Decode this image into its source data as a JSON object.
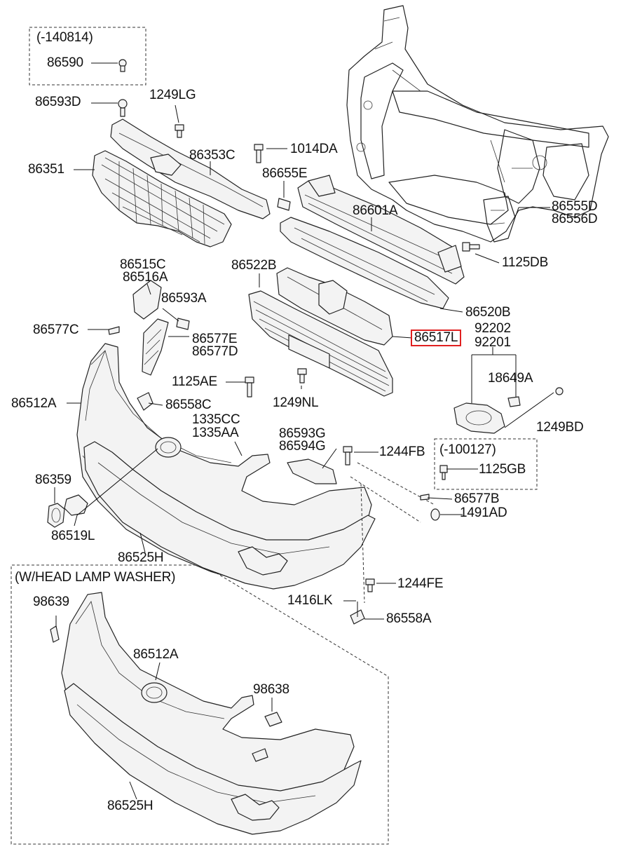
{
  "labels": {
    "l140814": "(-140814)",
    "l86590": "86590",
    "l86593D": "86593D",
    "l1249LG": "1249LG",
    "l86351": "86351",
    "l86353C": "86353C",
    "l1014DA": "1014DA",
    "l86655E": "86655E",
    "l86601A": "86601A",
    "l86555D": "86555D",
    "l86556D": "86556D",
    "l1125DB": "1125DB",
    "l86515C": "86515C",
    "l86516A": "86516A",
    "l86522B": "86522B",
    "l86593A": "86593A",
    "l86520B": "86520B",
    "l86577C": "86577C",
    "l86577E": "86577E",
    "l86577D": "86577D",
    "l86517L": "86517L",
    "l92202": "92202",
    "l92201": "92201",
    "l1125AE": "1125AE",
    "l18649A": "18649A",
    "l86512A": "86512A",
    "l86558C": "86558C",
    "l1249NL": "1249NL",
    "l1335CC": "1335CC",
    "l1335AA": "1335AA",
    "l1249BD": "1249BD",
    "l86593G": "86593G",
    "l86594G": "86594G",
    "l1244FB": "1244FB",
    "l100127": "(-100127)",
    "l1125GB": "1125GB",
    "l86359": "86359",
    "l86577B": "86577B",
    "l1491AD": "1491AD",
    "l86519L": "86519L",
    "l86525H": "86525H",
    "lWasher": "(W/HEAD LAMP WASHER)",
    "l1244FE": "1244FE",
    "l98639": "98639",
    "l1416LK": "1416LK",
    "l86558A": "86558A",
    "l86512A_2": "86512A",
    "l98638": "98638",
    "l86525H_2": "86525H"
  },
  "highlight_color": "#e02020"
}
